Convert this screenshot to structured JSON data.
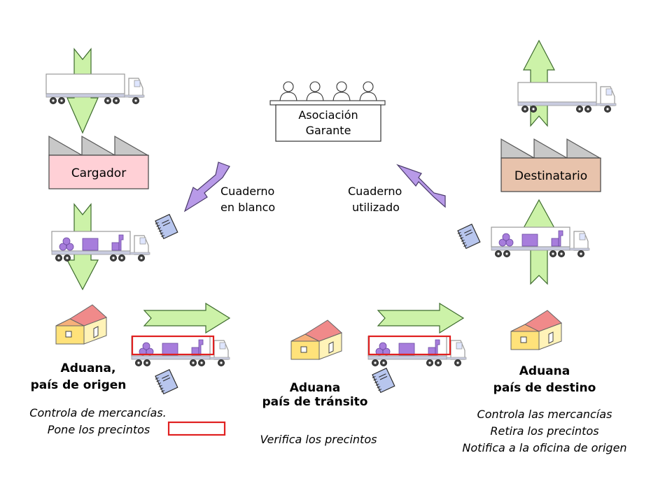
{
  "boxes": {
    "asociacion_line1": "Asociación",
    "asociacion_line2": "Garante",
    "cargador": "Cargador",
    "destinatario": "Destinatario"
  },
  "arrows_labels": {
    "blanco_line1": "Cuaderno",
    "blanco_line2": "en blanco",
    "utilizado_line1": "Cuaderno",
    "utilizado_line2": "utilizado"
  },
  "origen": {
    "title_line1": "Aduana,",
    "title_line2": "país de origen",
    "note_line1": "Controla de mercancías.",
    "note_line2": "Pone los precintos"
  },
  "transito": {
    "title_line1": "Aduana",
    "title_line2": "país de tránsito",
    "note_line1": "Verifica los precintos"
  },
  "destino": {
    "title_line1": "Aduana",
    "title_line2": "país de destino",
    "note_line1": "Controla las mercancías",
    "note_line2": "Retira los precintos",
    "note_line3": "Notifica a la oficina de origen"
  },
  "colors": {
    "green_arrow": "#ccf2a8",
    "purple_arrow": "#b89ae8",
    "cargador_fill": "#ffd0d6",
    "destinatario_fill": "#e8c3ac",
    "house_wall": "#ffe27a",
    "house_roof": "#f08a8a",
    "seal": "#e02020",
    "cargo": "#a77ddc",
    "book": "#b8c6ee"
  }
}
